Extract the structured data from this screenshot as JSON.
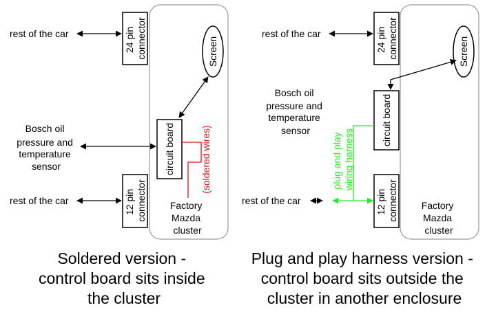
{
  "left_diagram": {
    "rest_top": "rest of the car",
    "rest_bottom": "rest of the car",
    "connector_24": [
      "24 pin",
      "connector"
    ],
    "connector_12": [
      "12 pin",
      "connector"
    ],
    "screen": "Screen",
    "circuit_board": "circuit board",
    "sensor": [
      "Bosch oil",
      "pressure and",
      "temperature",
      "sensor"
    ],
    "soldered_wires": "(soldered wires)",
    "cluster": [
      "Factory",
      "Mazda",
      "cluster"
    ],
    "caption": [
      "Soldered version -",
      "control board sits inside",
      "the cluster"
    ]
  },
  "right_diagram": {
    "rest_top": "rest of the car",
    "rest_bottom": "rest of the car",
    "connector_24": [
      "24 pin",
      "connector"
    ],
    "connector_12": [
      "12 pin",
      "connector"
    ],
    "screen": "Screen",
    "circuit_board": "circuit board",
    "sensor": [
      "Bosch oil",
      "pressure and",
      "temperature",
      "sensor"
    ],
    "harness": [
      "plug and play",
      "wiring harness"
    ],
    "cluster": [
      "Factory",
      "Mazda",
      "cluster"
    ],
    "caption": [
      "Plug and play harness version -",
      "control board sits outside the",
      "cluster in another enclosure"
    ]
  },
  "colors": {
    "soldered": "#e01010",
    "harness": "#22ee22",
    "cluster_border": "#999999"
  }
}
